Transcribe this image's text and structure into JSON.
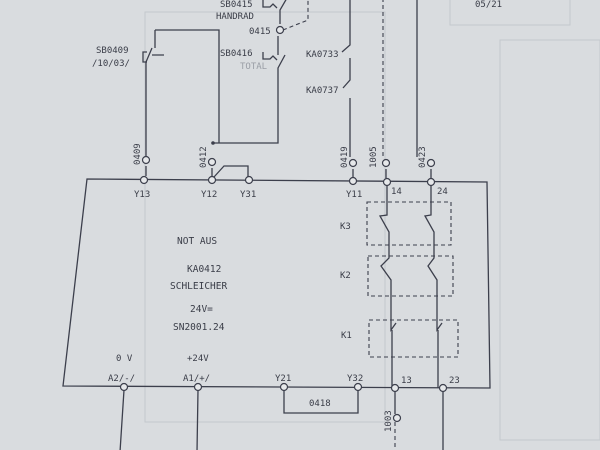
{
  "sheet_ref": "05/21",
  "switches": {
    "sb0415": {
      "label": "SB0415",
      "note": "HANDRAD"
    },
    "sb0416": {
      "label": "SB0416",
      "note": "TOTAL"
    },
    "sb0409": {
      "label": "SB0409",
      "note": "/10/03/"
    },
    "ka0733": {
      "label": "KA0733"
    },
    "ka0737": {
      "label": "KA0737"
    }
  },
  "wires": {
    "w0415": "0415",
    "w0409": "0409",
    "w0412": "0412",
    "w0419": "0419",
    "w1005": "1005",
    "w0423": "0423",
    "w0418": "0418",
    "w1003": "1003"
  },
  "module": {
    "title": "NOT AUS",
    "id": "KA0412",
    "maker": "SCHLEICHER",
    "voltage": "24V=",
    "model": "SN2001.24",
    "contacts": [
      "K3",
      "K2",
      "K1"
    ],
    "top_terminals": [
      "Y13",
      "Y12",
      "Y31",
      "Y11",
      "14",
      "24"
    ],
    "bottom_terminals": [
      "A2/-/",
      "A1/+/",
      "Y21",
      "Y32",
      "13",
      "23"
    ],
    "supply": {
      "minus": "0 V",
      "plus": "+24V"
    }
  }
}
